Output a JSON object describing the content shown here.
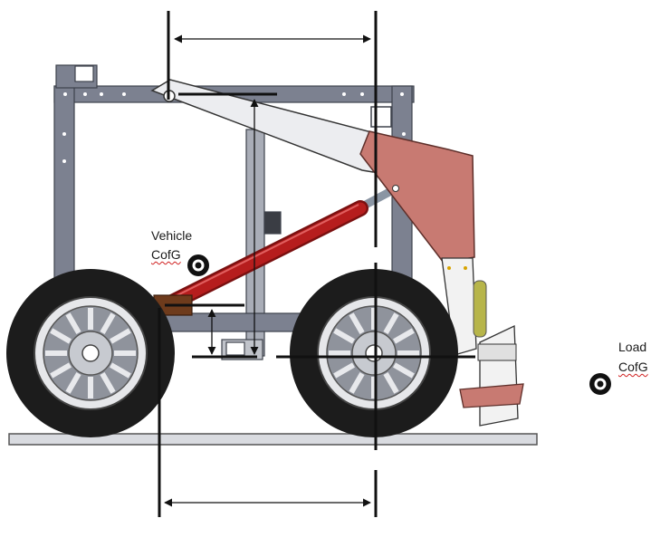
{
  "diagram": {
    "vehicle_label": {
      "line1": "Vehicle",
      "line2": "CofG"
    },
    "load_label": {
      "line1": "Load",
      "line2": "CofG"
    },
    "colors": {
      "frame": "#7c8190",
      "frame_dark": "#4a4f5c",
      "arm": "#ecedf0",
      "bracket": "#c87a72",
      "cylinder": "#b61d1d",
      "tire": "#1c1c1c",
      "rim": "#b9bcc4",
      "ground": "#d9dbe0",
      "dimension": "#111111"
    },
    "icons": [
      "cofg-marker-icon",
      "arrow-icon"
    ]
  }
}
